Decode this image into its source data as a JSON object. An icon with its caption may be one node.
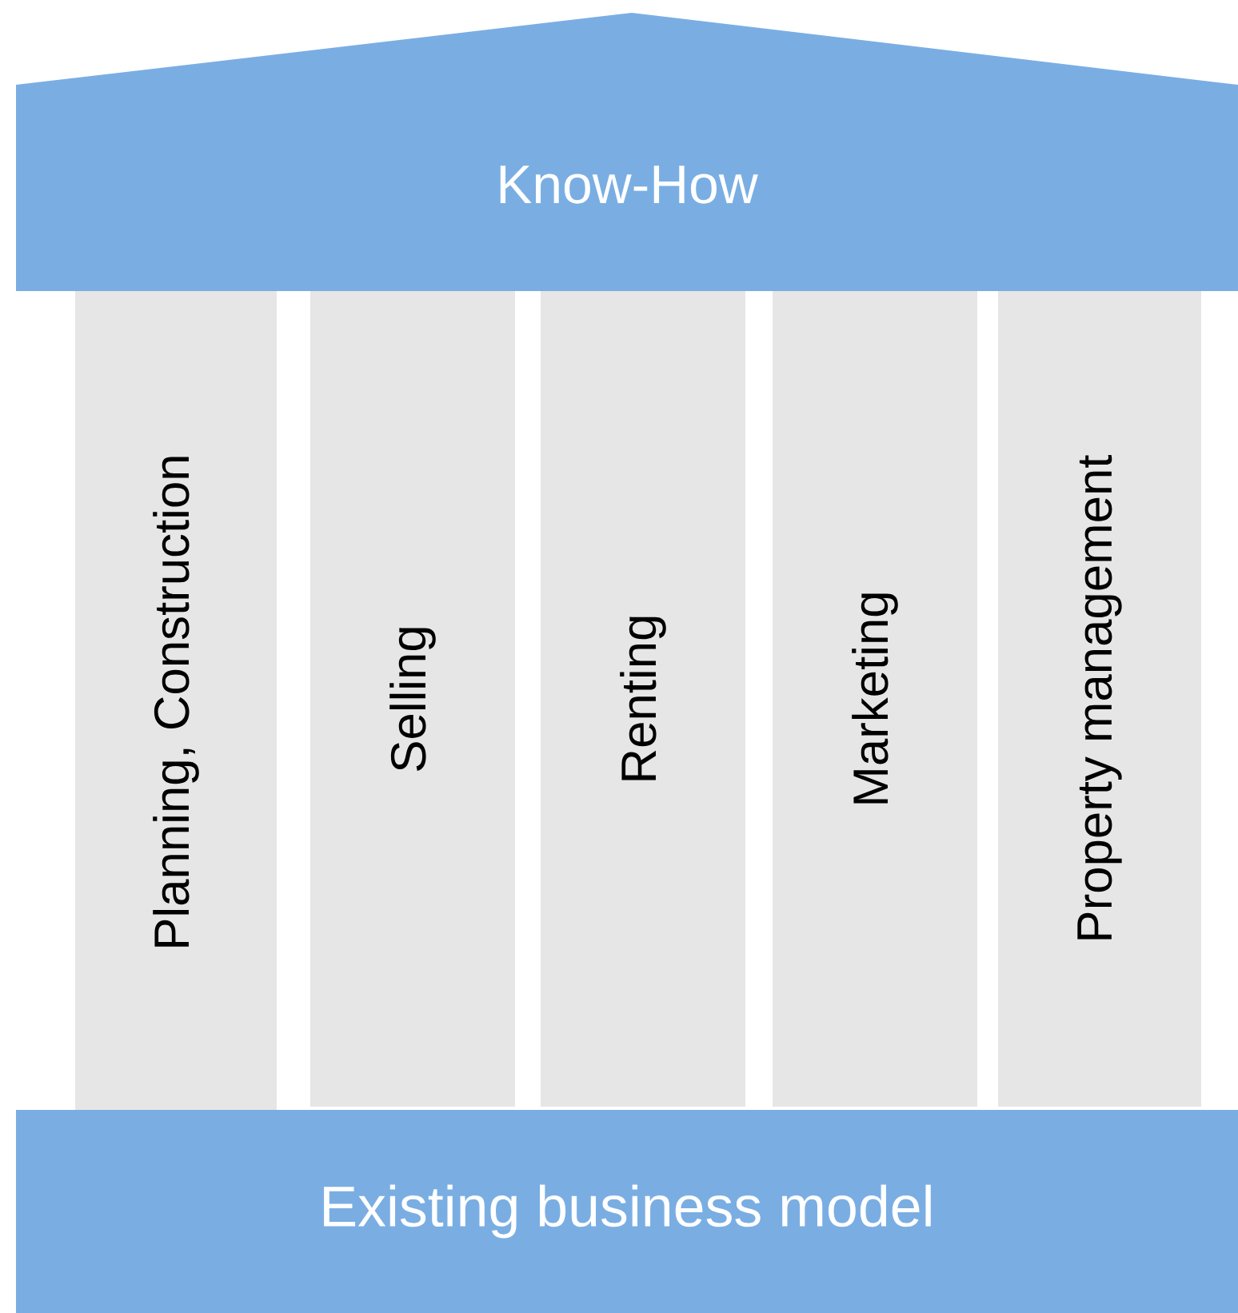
{
  "diagram": {
    "nodes": [
      {
        "text": [
          "Know-How"
        ]
      },
      {
        "text": [
          "Planning, Construction"
        ]
      },
      {
        "text": [
          "Selling"
        ]
      },
      {
        "text": [
          "Renting"
        ]
      },
      {
        "text": [
          "Marketing"
        ]
      },
      {
        "text": [
          "Property management"
        ]
      },
      {
        "text": [
          "Existing business model"
        ]
      }
    ]
  }
}
